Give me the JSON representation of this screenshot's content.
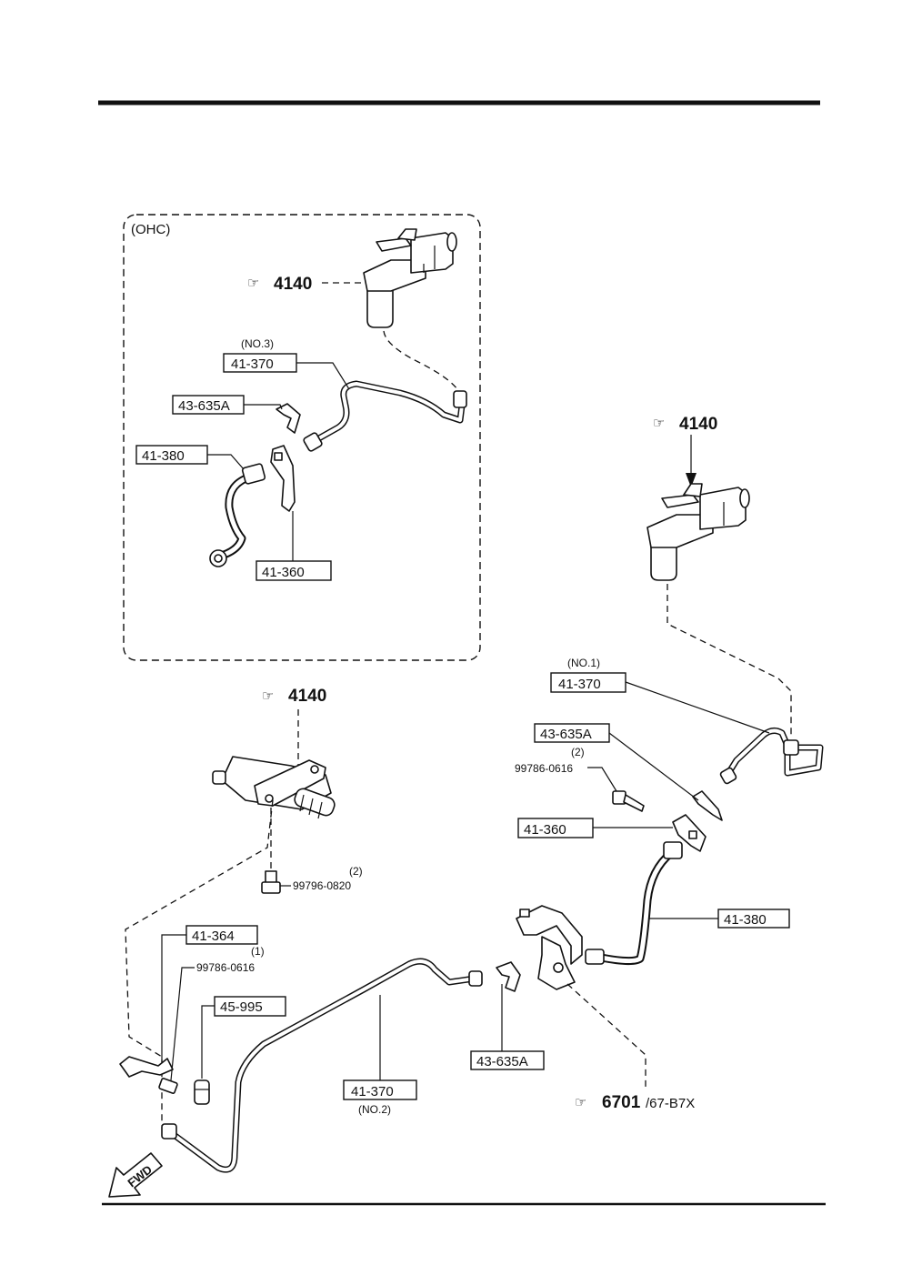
{
  "inset": {
    "title": "(OHC)",
    "master_cylinder_ref": "4140",
    "pipe_no": "(NO.3)",
    "pipe_part": "41-370",
    "clip_part": "43-635A",
    "hose_part": "41-380",
    "bracket_part": "41-360"
  },
  "right_group": {
    "master_cylinder_ref": "4140",
    "pipe_no": "(NO.1)",
    "pipe_part": "41-370",
    "clip_part": "43-635A",
    "bolt_qty": "(2)",
    "bolt_part": "99786-0616",
    "bracket_part": "41-360",
    "hose_part": "41-380",
    "bracket_ref_main": "6701",
    "bracket_ref_suffix": "/67-B7X"
  },
  "center_group": {
    "release_cylinder_ref": "4140",
    "bolt_qty": "(2)",
    "bolt_part": "99796-0820",
    "line_bracket_part": "41-364",
    "bolt2_qty": "(1)",
    "bolt2_part": "99786-0616",
    "bleeder_part": "45-995",
    "pipe_part": "41-370",
    "pipe_no": "(NO.2)",
    "clip_part": "43-635A"
  },
  "fwd_label": "FWD"
}
